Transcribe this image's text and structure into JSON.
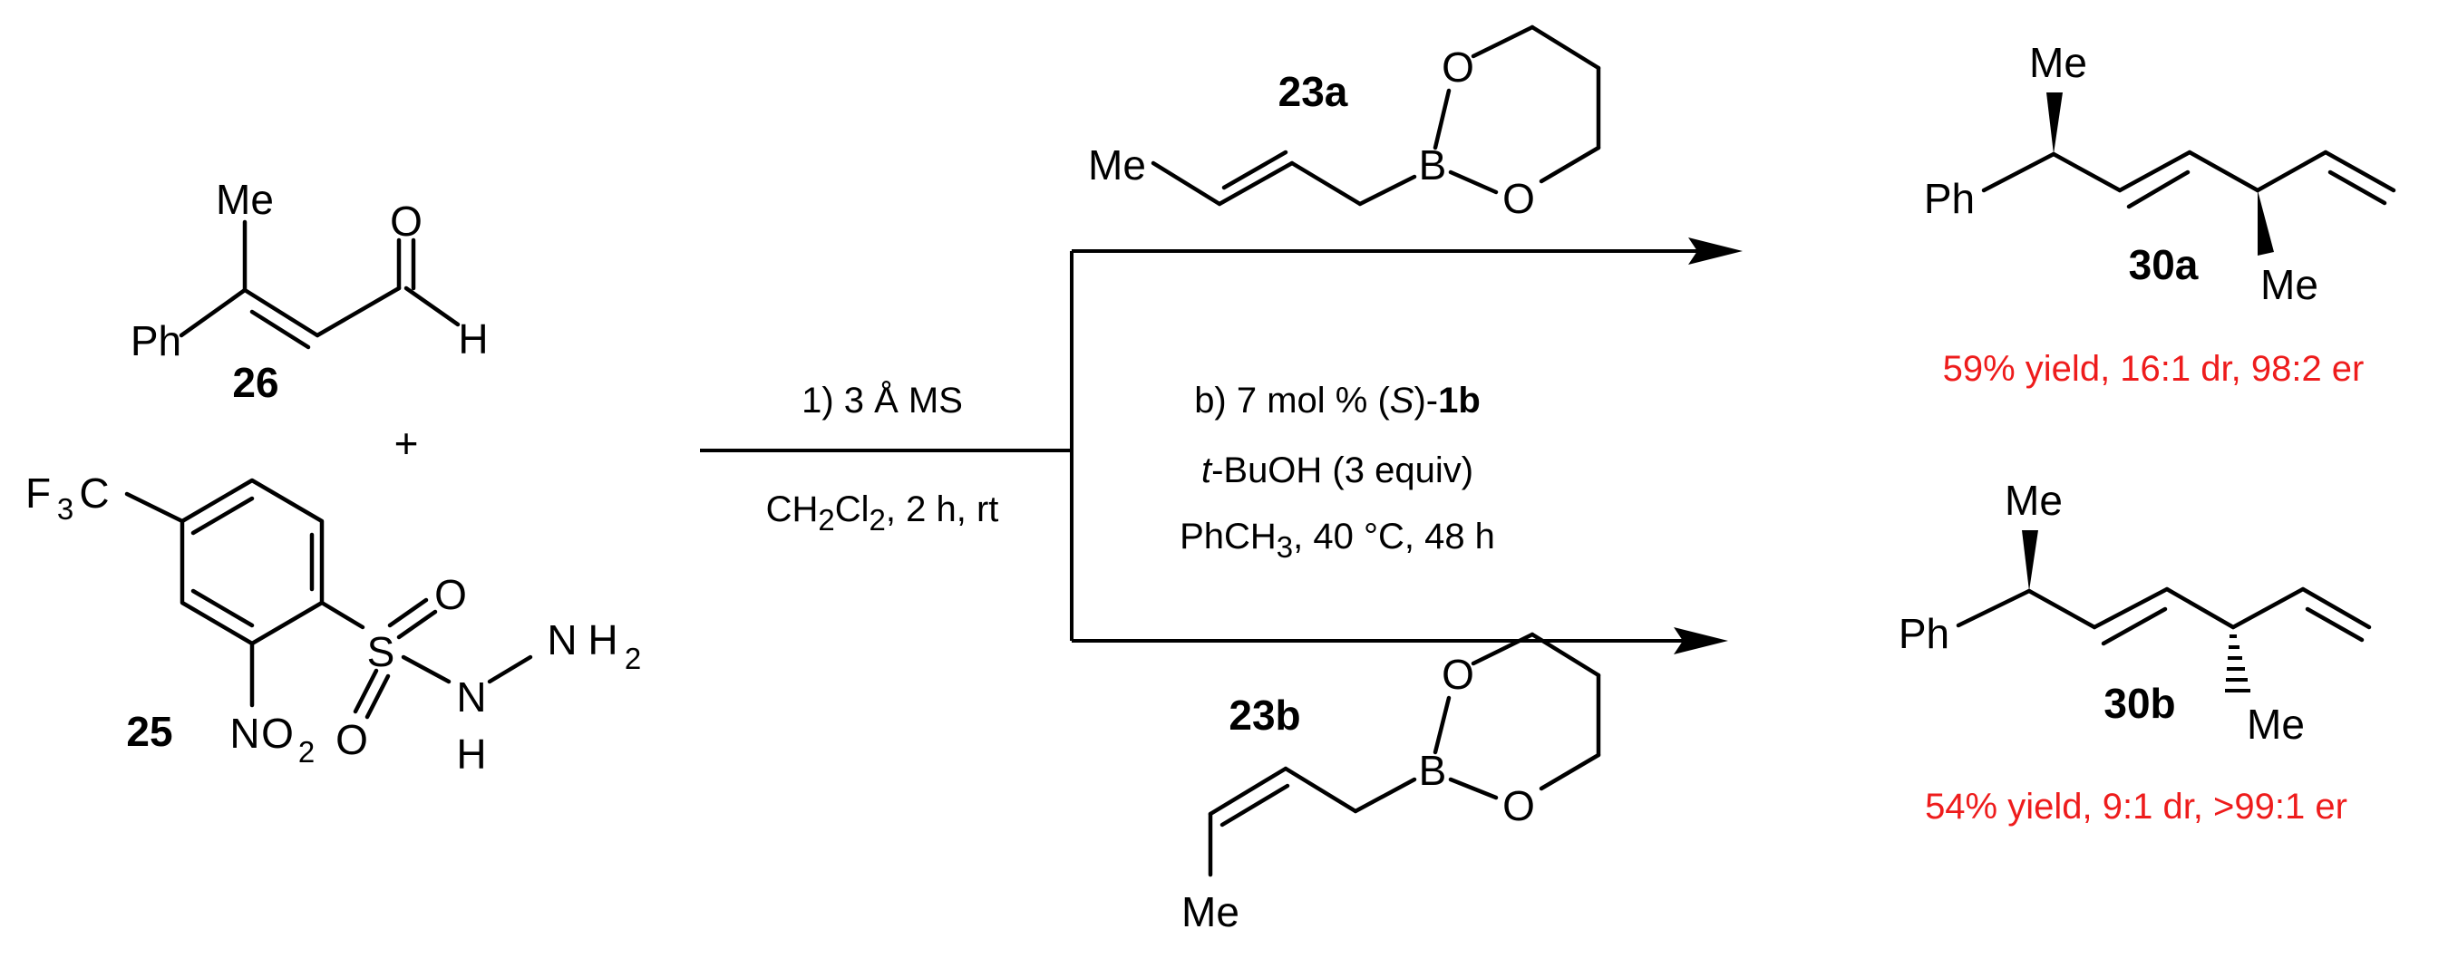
{
  "colors": {
    "ink": "#000000",
    "result": "#ee1c1c",
    "background": "#ffffff"
  },
  "compounds": {
    "c26": "26",
    "c25": "25",
    "c23a": "23a",
    "c23b": "23b",
    "c30a": "30a",
    "c30b": "30b"
  },
  "plus": "+",
  "atoms": {
    "me": "Me",
    "ph": "Ph",
    "o": "O",
    "h": "H",
    "b": "B",
    "s": "S",
    "n": "N",
    "f": "F",
    "c": "C",
    "three": "3",
    "two": "2"
  },
  "conditions": {
    "step1_line1": "1) 3 Å MS",
    "step1_ch": "CH",
    "step1_cl": "Cl",
    "step1_rest": ", 2 h, rt",
    "step2_b": "b) 7 mol % (",
    "step2_s": "S",
    "step2_close": ")-",
    "step2_cat": "1b",
    "step2_tbu_italic": "t",
    "step2_tbu_rest": "-BuOH (3 equiv)",
    "step2_phch": "PhCH",
    "step2_temp": ", 40 °C, 48 h"
  },
  "results": {
    "r30a": "59% yield, 16:1 dr, 98:2 er",
    "r30b": "54% yield, 9:1 dr, >99:1 er"
  }
}
